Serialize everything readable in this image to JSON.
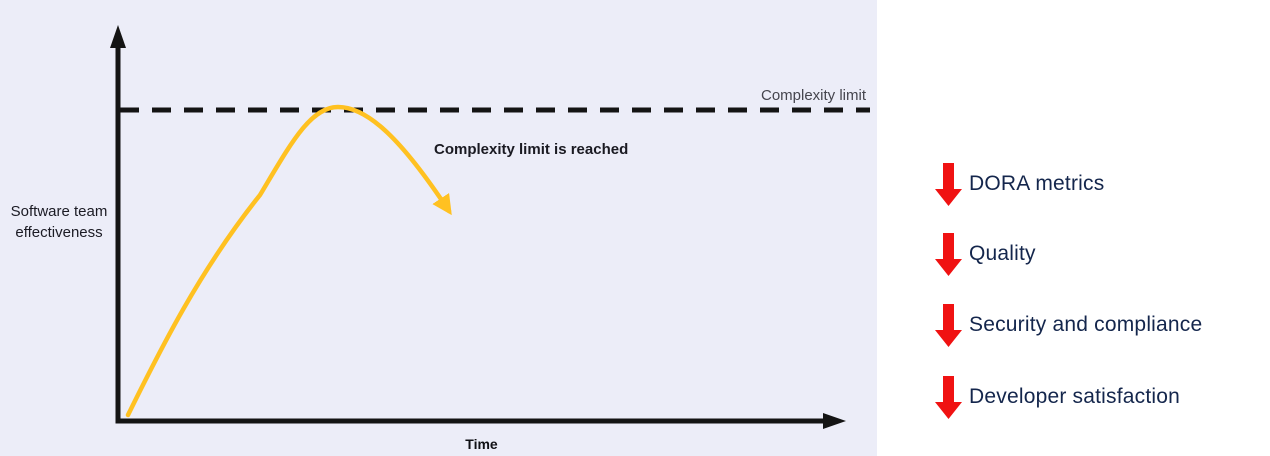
{
  "chart": {
    "y_axis_label_line1": "Software team",
    "y_axis_label_line2": "effectiveness",
    "x_axis_label": "Time",
    "complexity_limit_label": "Complexity limit",
    "annotation": "Complexity limit is reached"
  },
  "impact_list": {
    "items": [
      {
        "label": "DORA metrics",
        "direction": "down"
      },
      {
        "label": "Quality",
        "direction": "down"
      },
      {
        "label": "Security and compliance",
        "direction": "down"
      },
      {
        "label": "Developer satisfaction",
        "direction": "down"
      }
    ]
  },
  "colors": {
    "panel_background": "#ECEDF8",
    "page_background": "#FFFFFF",
    "curve_yellow": "#FFC121",
    "axis_black": "#141414",
    "navy_text": "#14264C",
    "red_arrow": "#F01212"
  },
  "chart_data": {
    "type": "line",
    "title": "",
    "xlabel": "Time",
    "ylabel": "Software team effectiveness",
    "axes_numeric": false,
    "grid": false,
    "legend": false,
    "series": [
      {
        "name": "Software team effectiveness",
        "color": "#FFC121",
        "style": "solid curve with arrowhead end",
        "x_normalized": [
          0.0,
          0.1,
          0.2,
          0.3,
          0.4,
          0.5,
          0.6,
          0.7,
          0.8,
          0.9,
          1.0
        ],
        "y_normalized": [
          0.02,
          0.2,
          0.39,
          0.58,
          0.78,
          0.93,
          1.0,
          1.0,
          0.92,
          0.78,
          0.65
        ]
      }
    ],
    "reference_line": {
      "label": "Complexity limit",
      "style": "dashed",
      "color": "#141414",
      "y_normalized": 1.0
    },
    "annotations": [
      {
        "text": "Complexity limit is reached",
        "position": "right of curve peak, below dashed line"
      }
    ]
  }
}
